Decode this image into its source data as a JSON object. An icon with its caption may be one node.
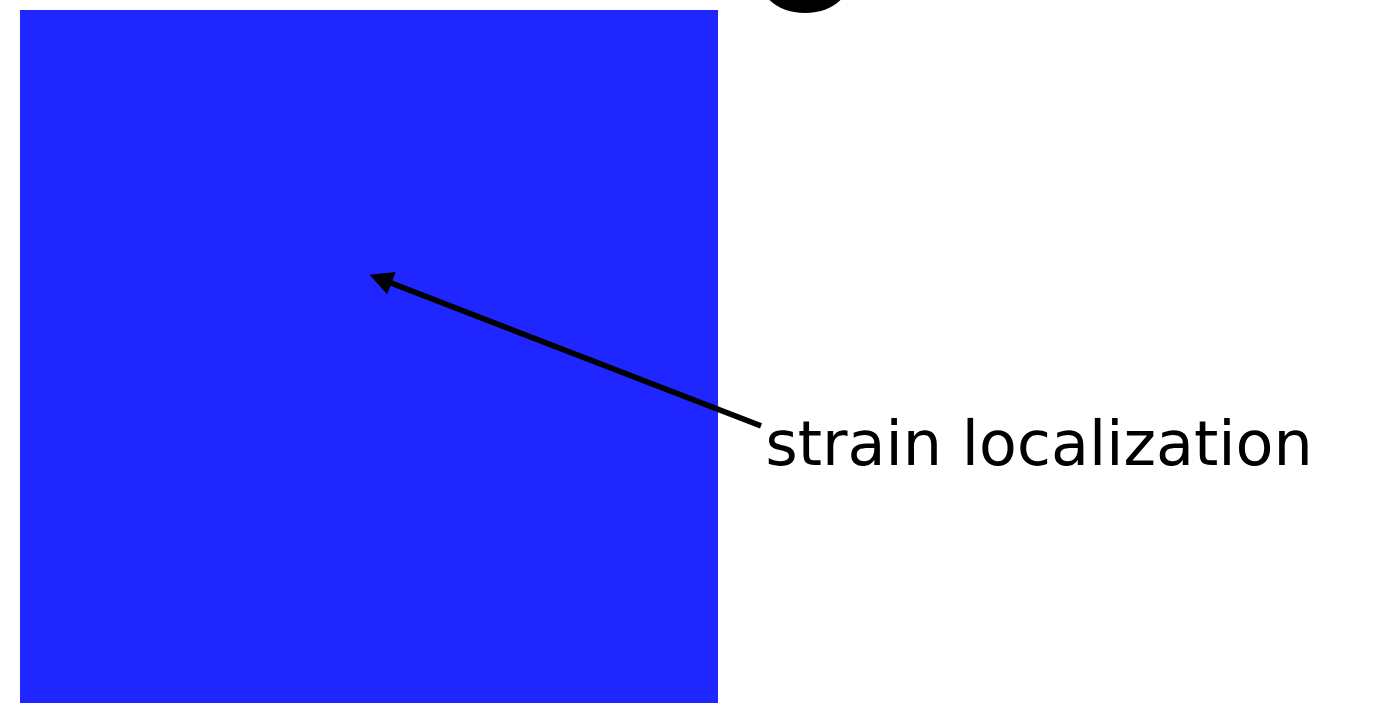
{
  "diagram": {
    "nodes": [
      {
        "text": [],
        "shape": "box"
      },
      {
        "text": [
          "strain localization"
        ]
      }
    ],
    "edges": [
      {
        "from": 1,
        "to": 0,
        "arrow": "to"
      }
    ]
  }
}
